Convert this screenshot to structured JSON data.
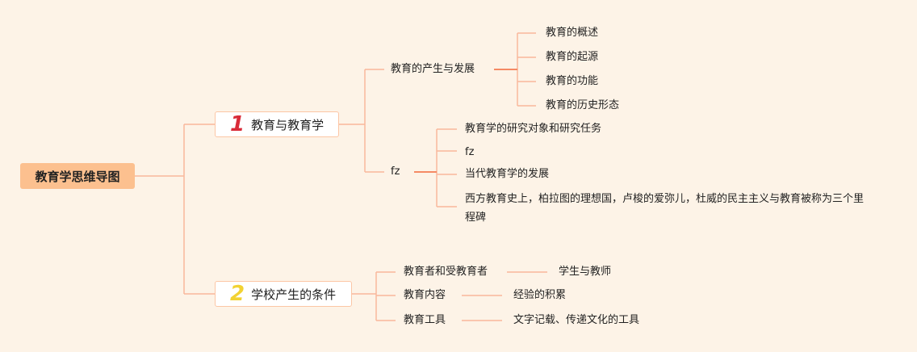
{
  "root": {
    "label": "教育学思维导图"
  },
  "branches": [
    {
      "number": "1",
      "label": "教育与教育学",
      "children": [
        {
          "label": "教育的产生与发展",
          "children": [
            "教育的概述",
            "教育的起源",
            "教育的功能",
            "教育的历史形态"
          ]
        },
        {
          "label": "fz",
          "children": [
            "教育学的研究对象和研究任务",
            "fz",
            "当代教育学的发展",
            "西方教育史上，柏拉图的理想国，卢梭的爱弥儿，杜威的民主主义与教育被称为三个里程碑"
          ]
        }
      ]
    },
    {
      "number": "2",
      "label": "学校产生的条件",
      "children": [
        {
          "label": "教育者和受教育者",
          "children": [
            "学生与教师"
          ]
        },
        {
          "label": "教育内容",
          "children": [
            "经验的积累"
          ]
        },
        {
          "label": "教育工具",
          "children": [
            "文字记载、传递文化的工具"
          ]
        }
      ]
    }
  ],
  "colors": {
    "background": "#fdf3e7",
    "root": "#fcc08f",
    "line": "#f9b89c",
    "accent_line": "#f58a64",
    "number1": "#d92b38",
    "number2": "#f2d233"
  }
}
